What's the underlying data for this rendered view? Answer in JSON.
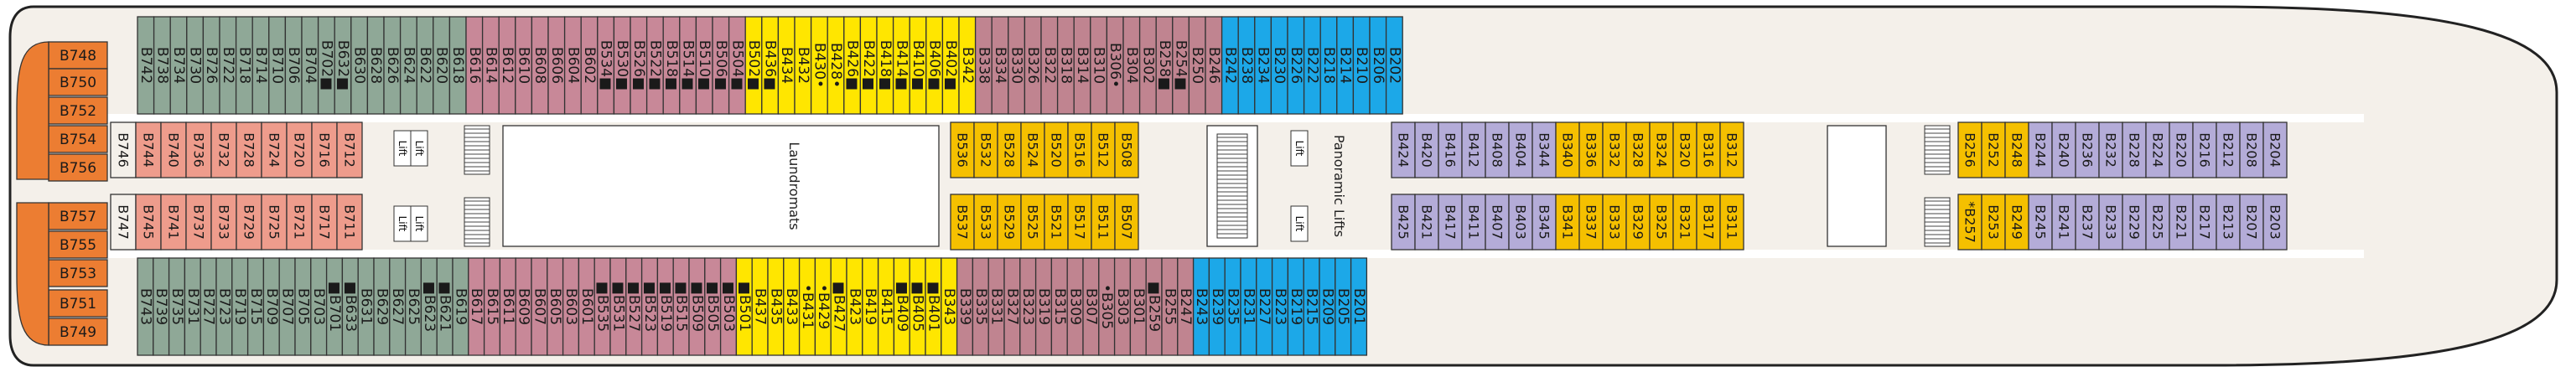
{
  "colors": {
    "green": "#8fa897",
    "pink": "#c88898",
    "yellow": "#ffe600",
    "gold": "#f5c000",
    "mauve": "#c08490",
    "blue": "#1ca8e8",
    "lavender": "#b4acd8",
    "salmon": "#ee9c8c",
    "orange": "#ec7d32",
    "deck": "#f4f0ea",
    "outline": "#333333",
    "dot": "#e02020"
  },
  "labels": {
    "laundromats": "Laundromats",
    "panoramic_lifts": "Panoramic Lifts",
    "lift": "Lift"
  },
  "orange_cabins": [
    "B748",
    "B750",
    "B752",
    "B754",
    "B756",
    "B757",
    "B755",
    "B753",
    "B751",
    "B749"
  ],
  "rows": {
    "top_outer": [
      {
        "color": "green",
        "cabins": [
          "B742",
          "B738",
          "B734",
          "B730",
          "B726",
          "B722",
          "B718",
          "B714",
          "B710",
          "B706",
          "B704",
          "B702■",
          "B632■",
          "B630",
          "B628",
          "B626",
          "B624",
          "B622",
          "B620",
          "B618"
        ]
      },
      {
        "color": "pink",
        "cabins": [
          "B616",
          "B614",
          "B612",
          "B610",
          "B608",
          "B606",
          "B604",
          "B602",
          "B534■",
          "B530■",
          "B526■",
          "B522■",
          "B518■",
          "B514■",
          "B510■",
          "B506■",
          "B504■"
        ]
      },
      {
        "color": "yellow",
        "cabins": [
          "B502■",
          "B436■",
          "B434",
          "B432",
          "B430•",
          "B428•",
          "B426■",
          "B422■",
          "B418■",
          "B414■",
          "B410■",
          "B406■",
          "B402■",
          "B342"
        ]
      },
      {
        "color": "mauve",
        "cabins": [
          "B338",
          "B334",
          "B330",
          "B326",
          "B322",
          "B318",
          "B314",
          "B310",
          "B306•",
          "B304",
          "B302",
          "B258■",
          "B254■",
          "B250",
          "B246"
        ]
      },
      {
        "color": "blue",
        "cabins": [
          "B242",
          "B238",
          "B234",
          "B230",
          "B226",
          "B222",
          "B218",
          "B214",
          "B210",
          "B206",
          "B202"
        ]
      }
    ],
    "bottom_outer": [
      {
        "color": "green",
        "cabins": [
          "B743",
          "B739",
          "B735",
          "B731",
          "B727",
          "B723",
          "B719",
          "B715",
          "B709",
          "B707",
          "B705",
          "B703",
          "■B701",
          "■B633",
          "B631",
          "B629",
          "B627",
          "B625",
          "■B623",
          "■B621",
          "B619"
        ]
      },
      {
        "color": "pink",
        "cabins": [
          "B617",
          "B615",
          "B611",
          "B609",
          "B607",
          "B605",
          "B603",
          "B601",
          "■B535",
          "■B531",
          "■B527",
          "■B523",
          "■B519",
          "■B515",
          "■B509",
          "■B505",
          "■B503"
        ]
      },
      {
        "color": "yellow",
        "cabins": [
          "■B501",
          "B437",
          "B435",
          "B433",
          "•B431",
          "•B429",
          "■B427",
          "B423",
          "B419",
          "B415",
          "■B409",
          "■B405",
          "■B401",
          "B343"
        ]
      },
      {
        "color": "mauve",
        "cabins": [
          "B339",
          "B335",
          "B331",
          "B327",
          "B323",
          "B319",
          "B315",
          "B309",
          "B307",
          "•B305",
          "B303",
          "B301",
          "■B259",
          "B255",
          "B247"
        ]
      },
      {
        "color": "blue",
        "cabins": [
          "B243",
          "B239",
          "B235",
          "B231",
          "B227",
          "B223",
          "B219",
          "B215",
          "B209",
          "B205",
          "B201"
        ]
      }
    ],
    "aft_inner_top": [
      "B746",
      "B744",
      "B740",
      "B736",
      "B732",
      "B728",
      "B724",
      "B720",
      "B716",
      "B712"
    ],
    "aft_inner_bottom": [
      "B747",
      "B745",
      "B741",
      "B737",
      "B733",
      "B729",
      "B725",
      "B721",
      "B717",
      "B711"
    ],
    "mid_inner_top": [
      "B536",
      "B532",
      "B528",
      "B524",
      "B520",
      "B516",
      "B512",
      "B508"
    ],
    "mid_inner_bottom": [
      "B537",
      "B533",
      "B529",
      "B525",
      "B521",
      "B517",
      "B511",
      "B507"
    ],
    "fwd1_top": [
      {
        "color": "lavender",
        "cabins": [
          "B424",
          "B420",
          "B416",
          "B412",
          "B408",
          "B404",
          "B344"
        ]
      },
      {
        "color": "gold",
        "cabins": [
          "B340",
          "B336",
          "B332",
          "B328",
          "B324",
          "B320",
          "B316",
          "B312"
        ]
      }
    ],
    "fwd1_bottom": [
      {
        "color": "lavender",
        "cabins": [
          "B425",
          "B421",
          "B417",
          "B411",
          "B407",
          "B403",
          "B345"
        ]
      },
      {
        "color": "gold",
        "cabins": [
          "B341",
          "B337",
          "B333",
          "B329",
          "B325",
          "B321",
          "B317",
          "B311"
        ]
      }
    ],
    "fwd2_top": [
      {
        "color": "gold",
        "cabins": [
          "B256",
          "B252",
          "B248"
        ]
      },
      {
        "color": "lavender",
        "cabins": [
          "B244",
          "B240",
          "B236",
          "B232",
          "B228",
          "B224",
          "B220",
          "B216",
          "B212",
          "B208",
          "B204"
        ]
      }
    ],
    "fwd2_bottom": [
      {
        "color": "gold",
        "cabins": [
          "*B257",
          "B253",
          "B249"
        ]
      },
      {
        "color": "lavender",
        "cabins": [
          "B245",
          "B241",
          "B237",
          "B233",
          "B229",
          "B225",
          "B221",
          "B217",
          "B213",
          "B207",
          "B203"
        ]
      }
    ]
  }
}
